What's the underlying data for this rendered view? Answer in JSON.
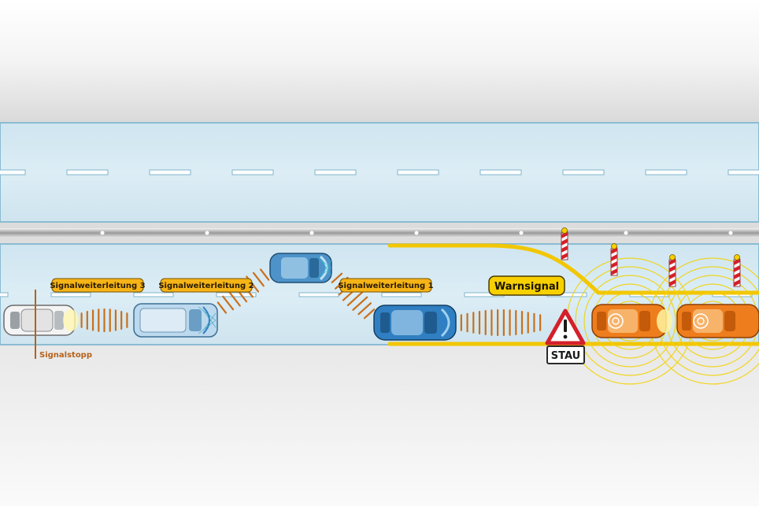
{
  "labels": {
    "signal_relay_3": "Signalweiterleitung 3",
    "signal_relay_2": "Signalweiterleitung 2",
    "signal_relay_1": "Signalweiterleitung 1",
    "warning_signal": "Warnsignal",
    "signal_stop": "Signalstopp",
    "traffic_jam_sign": "STAU"
  },
  "colors": {
    "background_top": "#d8d8d8",
    "road_surface": "#d6e9f2",
    "road_edge": "#7fb4cc",
    "lane_marking": "#ffffff",
    "label_fill": "#f6b416",
    "warning_yellow": "#f7d000",
    "warning_line": "#f2c600",
    "signal_orange": "#c8701c",
    "jam_car": "#ee7d1d",
    "relay_car_light": "#a9cde6",
    "relay_car_blue": "#2f7fc2",
    "stop_line": "#b5621a",
    "warning_triangle_red": "#d4202a"
  },
  "icons": {
    "warning_triangle": "exclamation-triangle-icon",
    "roadside_post": "traffic-post-icon"
  }
}
